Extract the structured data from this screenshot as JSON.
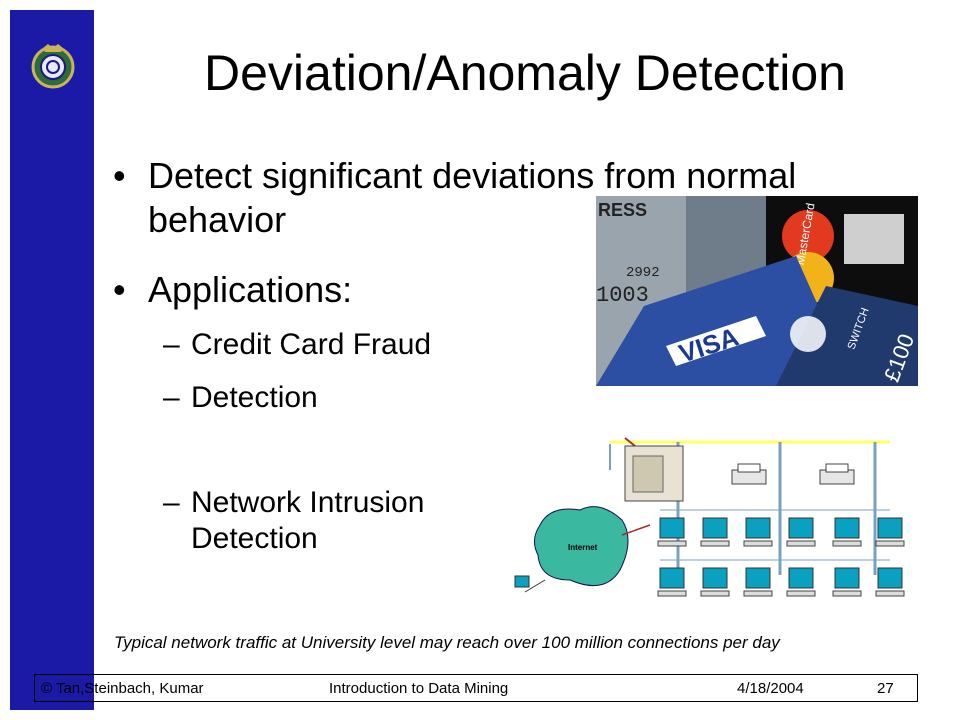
{
  "slide": {
    "title": "Deviation/Anomaly Detection",
    "bullets": [
      {
        "marker": "•",
        "text": "Detect significant deviations from normal behavior"
      },
      {
        "marker": "•",
        "text": "Applications:"
      }
    ],
    "sub_bullets": [
      {
        "marker": "–",
        "text": "Credit Card Fraud"
      },
      {
        "marker": "–",
        "text": "Detection"
      },
      {
        "marker": "–",
        "text": "Network Intrusion Detection"
      }
    ],
    "caption": "Typical network traffic at University level may reach over 100 million connections per day",
    "footer": {
      "left": "© Tan,Steinbach, Kumar",
      "center": "Introduction to Data Mining",
      "date": "4/18/2004",
      "page": "27"
    },
    "images": {
      "cards": {
        "text": [
          "RESS",
          "2992",
          "1003",
          "VISA",
          "MasterCard",
          "SWITCH",
          "£100"
        ]
      },
      "network": {
        "cloud_label": "Internet"
      }
    }
  },
  "colors": {
    "sidebar": "#1a1aa6",
    "link_yellow": "#ffff66",
    "monitor": "#0aa0c0",
    "cloud": "#3ab8a0"
  },
  "icons": [
    "university-crest-icon",
    "server-icon",
    "printer-icon",
    "monitor-icon",
    "internet-cloud-icon"
  ]
}
